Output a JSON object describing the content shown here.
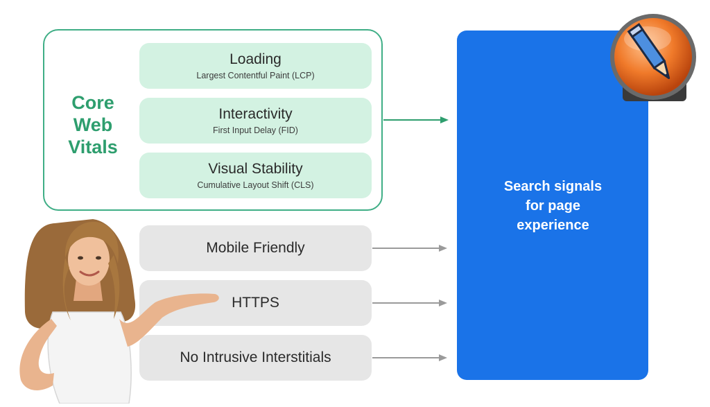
{
  "core_web_vitals": {
    "title_lines": [
      "Core",
      "Web",
      "Vitals"
    ],
    "metrics": [
      {
        "name": "Loading",
        "sub": "Largest Contentful Paint (LCP)"
      },
      {
        "name": "Interactivity",
        "sub": "First Input Delay (FID)"
      },
      {
        "name": "Visual Stability",
        "sub": "Cumulative Layout Shift (CLS)"
      }
    ]
  },
  "other_signals": [
    "Mobile Friendly",
    "HTTPS",
    "No Intrusive Interstitials"
  ],
  "page_experience": {
    "label_lines": [
      "Search signals",
      "for page",
      "experience"
    ]
  },
  "colors": {
    "green_accent": "#2e9e6e",
    "green_fill": "#d3f2e2",
    "gray_fill": "#e6e6e6",
    "blue": "#1a73e8",
    "logo_orange": "#f07a2a"
  },
  "icons": {
    "logo": "pencil-app-logo-icon",
    "presenter": "woman-presenter-illustration"
  }
}
